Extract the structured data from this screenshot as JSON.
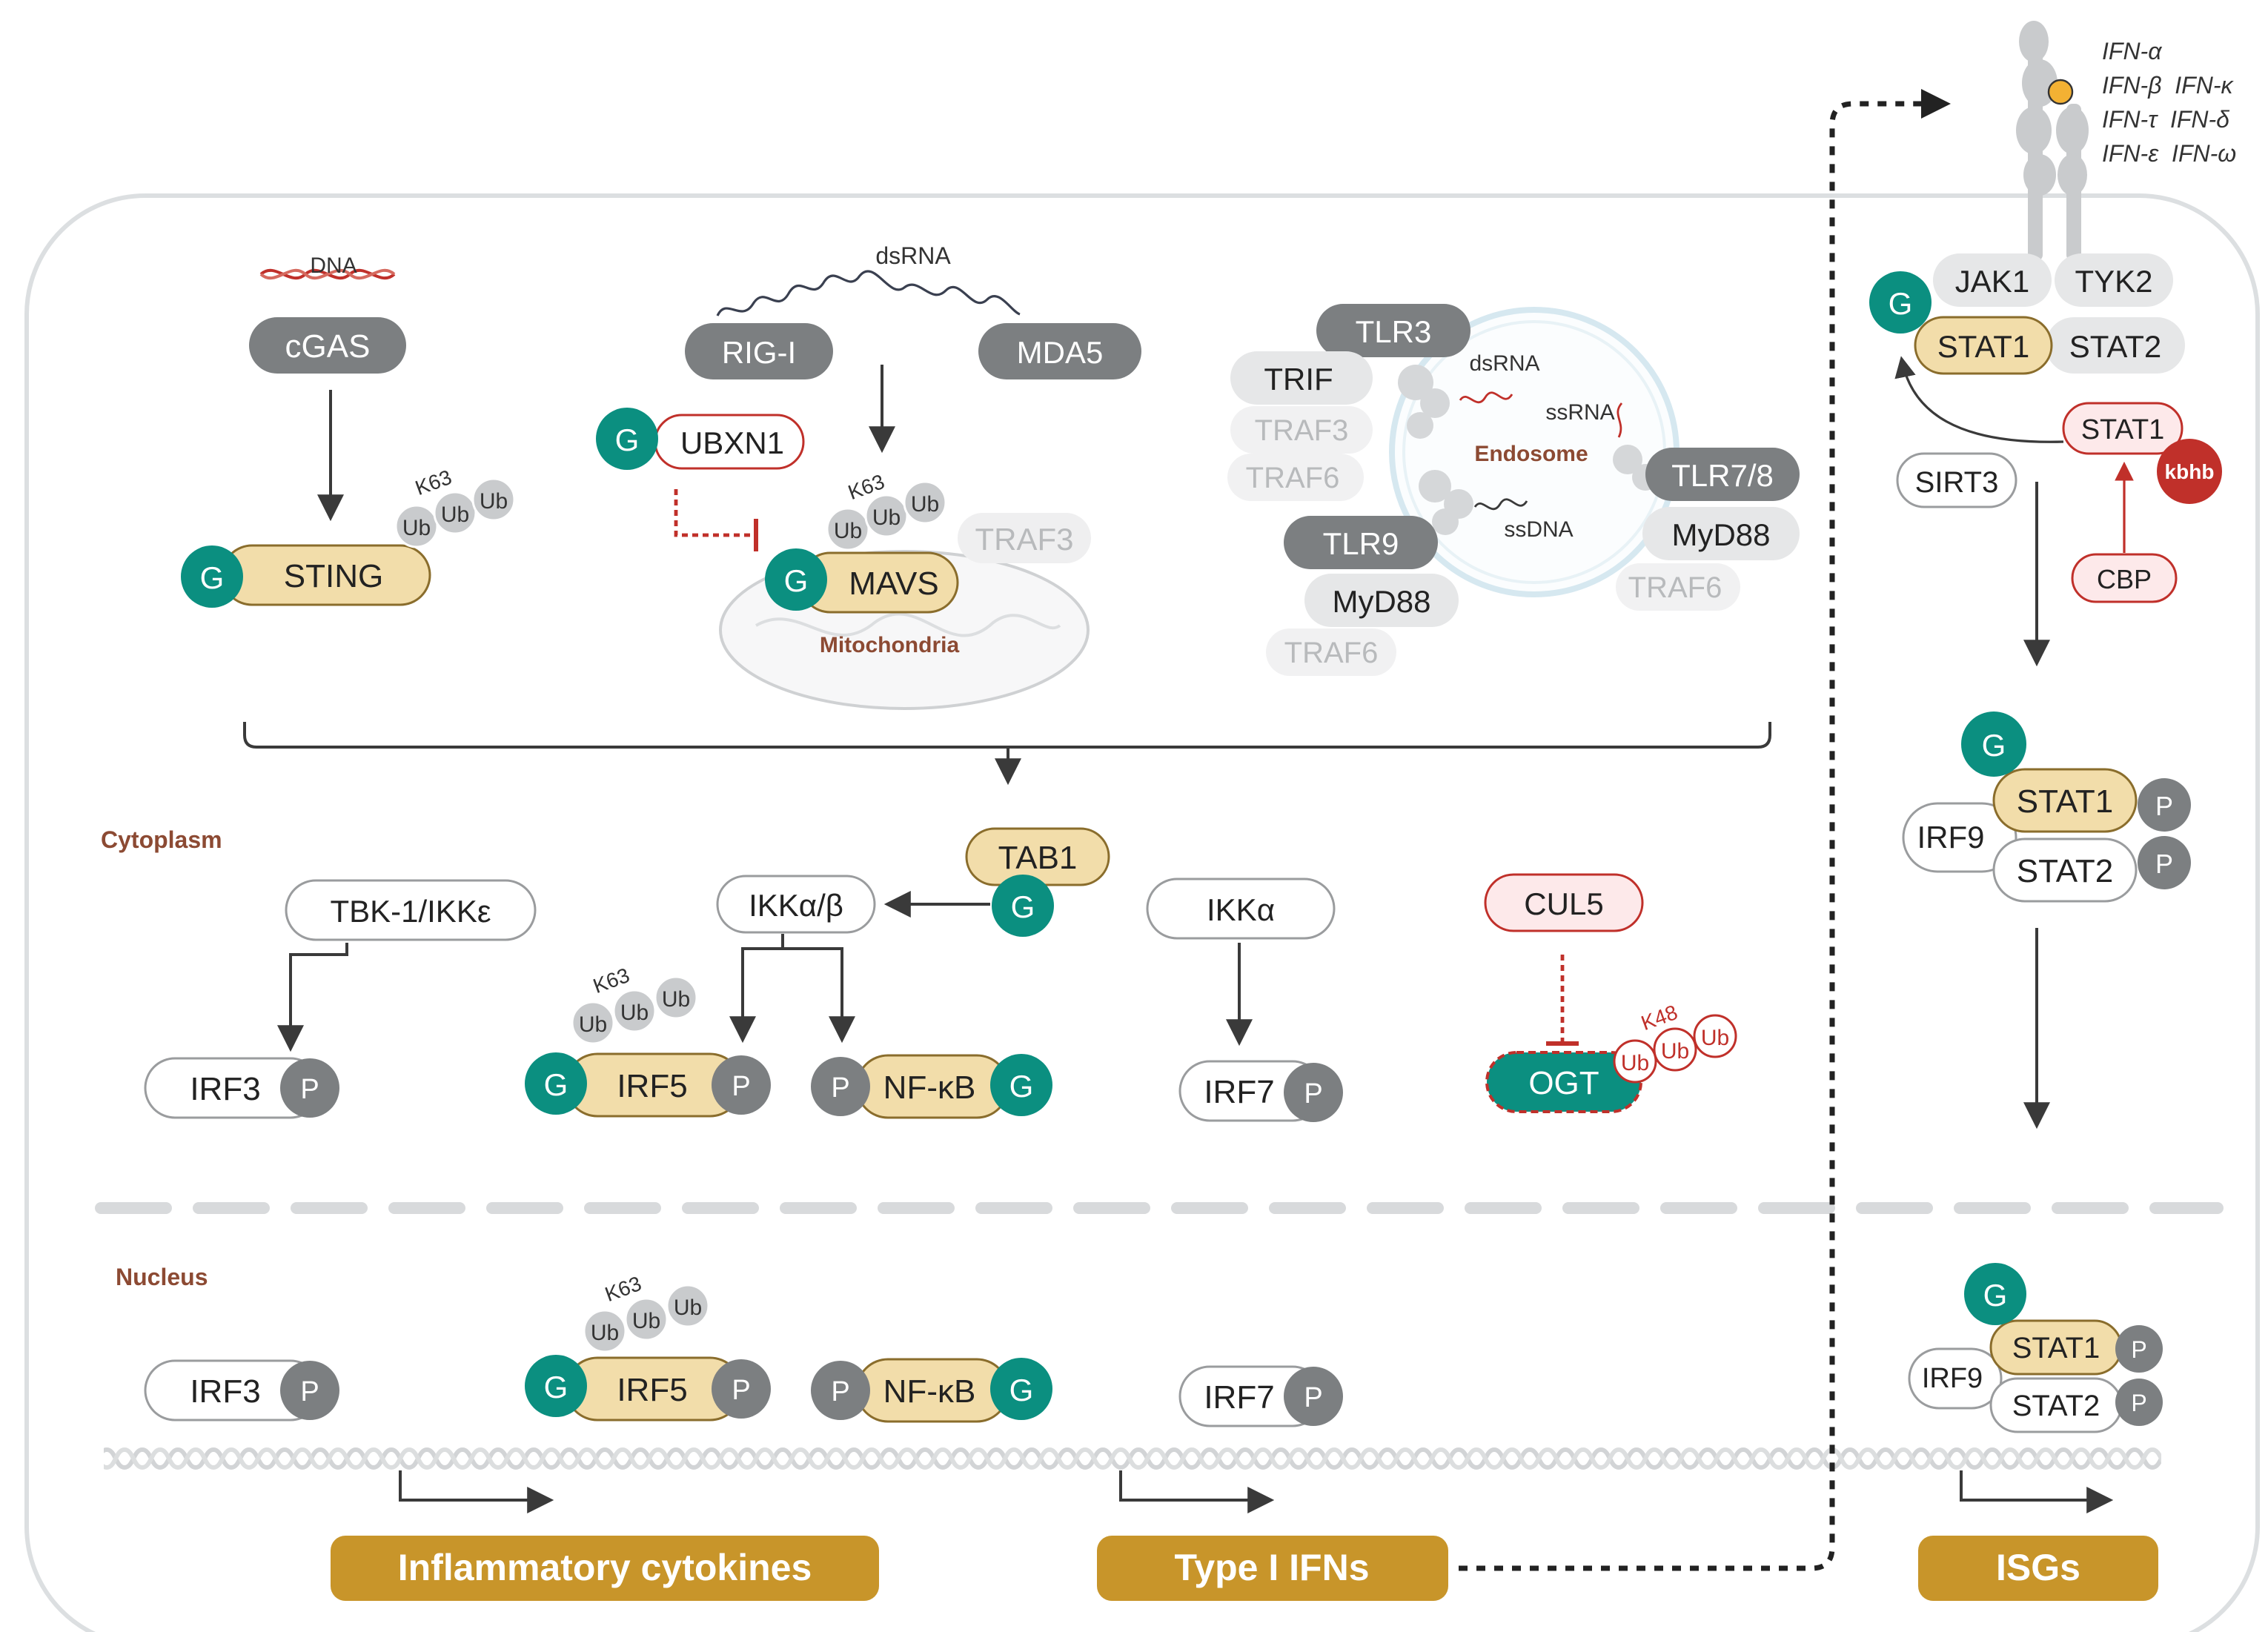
{
  "colors": {
    "gray_pill": "#7c7f81",
    "light_pill": "#e6e7e8",
    "beige": "#f2ddaa",
    "beige_stroke": "#8a6d2c",
    "teal": "#0b8f80",
    "p_gray": "#7c7f81",
    "ub_gray": "#c9cbcd",
    "red": "#c0302a",
    "pink_fill": "#fde9ea",
    "gold": "#c8952a",
    "brown_text": "#8c4a33"
  },
  "labels": {
    "g": "G",
    "p": "P",
    "ub": "Ub",
    "k63": "K63",
    "k48": "K48",
    "kbhb": "kbhb",
    "dna": "DNA",
    "dsrna": "dsRNA",
    "ssrna": "ssRNA",
    "ssdna": "ssDNA",
    "endosome": "Endosome",
    "mitochondria": "Mitochondria",
    "cytoplasm": "Cytoplasm",
    "nucleus": "Nucleus"
  },
  "sensors": {
    "cgas": "cGAS",
    "sting": "STING",
    "rigi": "RIG-I",
    "mda5": "MDA5",
    "ubxn1": "UBXN1",
    "mavs": "MAVS",
    "traf3": "TRAF3",
    "tlr3": "TLR3",
    "trif": "TRIF",
    "traf6": "TRAF6",
    "tlr9": "TLR9",
    "myd88": "MyD88",
    "tlr78": "TLR7/8"
  },
  "cytoplasm": {
    "tab1": "TAB1",
    "ikkab": "IKKα/β",
    "tbk1": "TBK-1/IKKε",
    "ikka": "IKKα",
    "cul5": "CUL5",
    "irf3": "IRF3",
    "irf5": "IRF5",
    "nfkb": "NF-κB",
    "irf7": "IRF7",
    "ogt": "OGT"
  },
  "receptor": {
    "ifn_list": [
      "IFN-α",
      "IFN-β  IFN-κ",
      "IFN-τ  IFN-δ",
      "IFN-ε  IFN-ω"
    ],
    "jak1": "JAK1",
    "tyk2": "TYK2",
    "stat1": "STAT1",
    "stat2": "STAT2",
    "sirt3": "SIRT3",
    "cbp": "CBP",
    "irf9": "IRF9"
  },
  "outputs": {
    "inflammatory": "Inflammatory cytokines",
    "type1": "Type I IFNs",
    "isgs": "ISGs"
  }
}
